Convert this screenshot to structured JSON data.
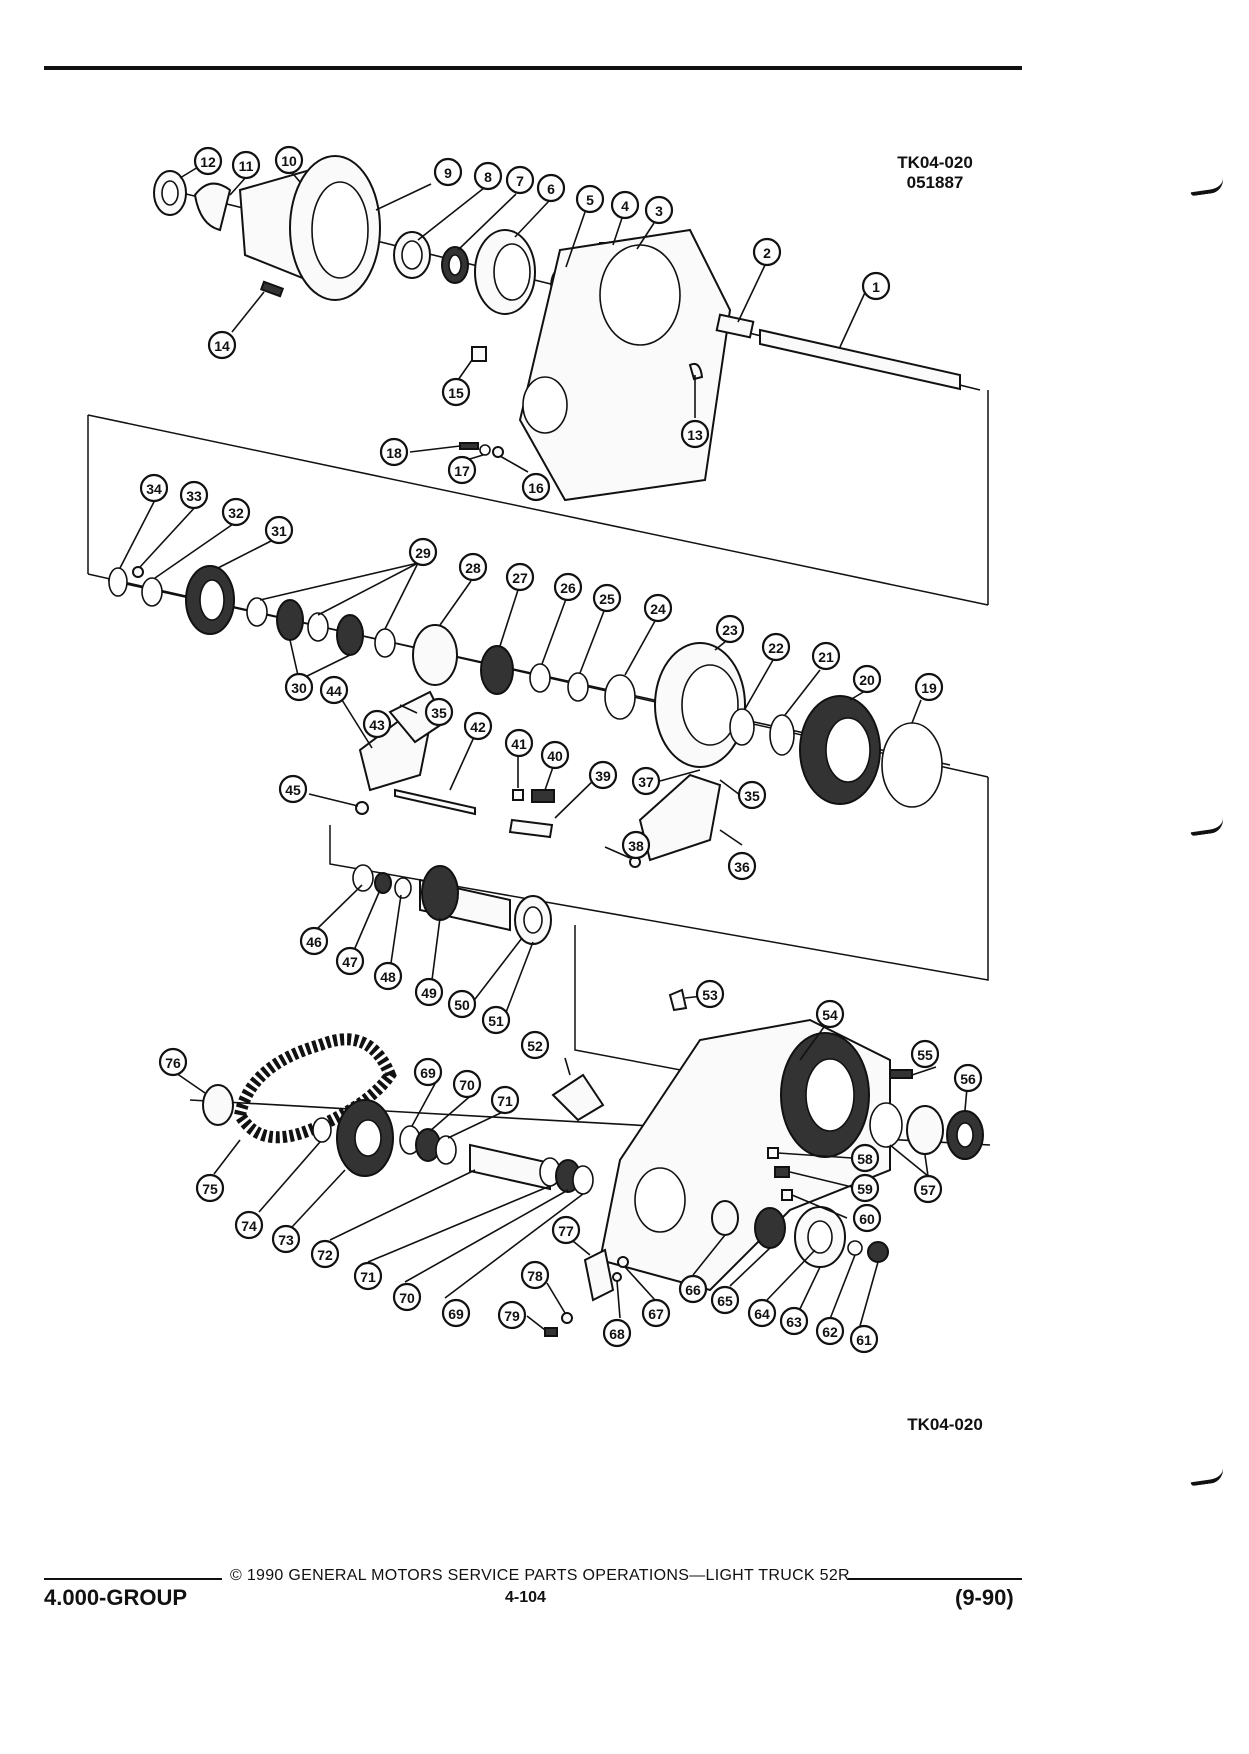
{
  "header": {
    "figure_id": "TK04-020",
    "figure_date": "051887"
  },
  "figure_caption": "TK04-020",
  "callouts": [
    "1",
    "2",
    "3",
    "4",
    "5",
    "6",
    "7",
    "8",
    "9",
    "10",
    "11",
    "12",
    "13",
    "14",
    "15",
    "16",
    "17",
    "18",
    "19",
    "20",
    "21",
    "22",
    "23",
    "24",
    "25",
    "26",
    "27",
    "28",
    "29",
    "30",
    "31",
    "32",
    "33",
    "34",
    "35",
    "35",
    "36",
    "37",
    "38",
    "39",
    "40",
    "41",
    "42",
    "43",
    "44",
    "45",
    "46",
    "47",
    "48",
    "49",
    "50",
    "51",
    "52",
    "53",
    "54",
    "55",
    "56",
    "57",
    "58",
    "59",
    "60",
    "61",
    "62",
    "63",
    "64",
    "65",
    "66",
    "67",
    "68",
    "69",
    "69",
    "70",
    "70",
    "71",
    "71",
    "72",
    "73",
    "74",
    "75",
    "76",
    "77",
    "78",
    "79"
  ],
  "footer": {
    "group": "4.000-GROUP",
    "copyright": "© 1990 GENERAL MOTORS SERVICE PARTS OPERATIONS—LIGHT TRUCK 52R",
    "page": "4-104",
    "date": "(9-90)"
  }
}
